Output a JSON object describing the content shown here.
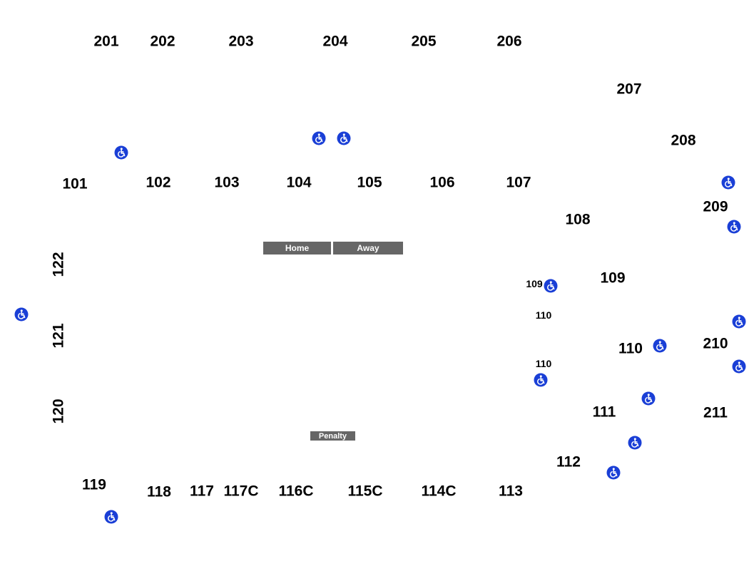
{
  "sections": {
    "s201": "201",
    "s202": "202",
    "s203": "203",
    "s204": "204",
    "s205": "205",
    "s206": "206",
    "s207": "207",
    "s208": "208",
    "s209": "209",
    "s210": "210",
    "s211": "211",
    "s101": "101",
    "s102": "102",
    "s103": "103",
    "s104": "104",
    "s105": "105",
    "s106": "106",
    "s107": "107",
    "s108": "108",
    "s109": "109",
    "s110": "110",
    "s111": "111",
    "s112": "112",
    "s113": "113",
    "s114c": "114C",
    "s115c": "115C",
    "s116c": "116C",
    "s117c": "117C",
    "s117": "117",
    "s118": "118",
    "s119": "119",
    "s120": "120",
    "s121": "121",
    "s122": "122",
    "s109_small": "109",
    "s110_small_a": "110",
    "s110_small_b": "110"
  },
  "benches": {
    "home": "Home",
    "away": "Away",
    "penalty": "Penalty"
  },
  "colors": {
    "accessible": "#1a3fd6",
    "bench": "#666666"
  },
  "icons": {
    "accessible": "wheelchair-icon"
  }
}
